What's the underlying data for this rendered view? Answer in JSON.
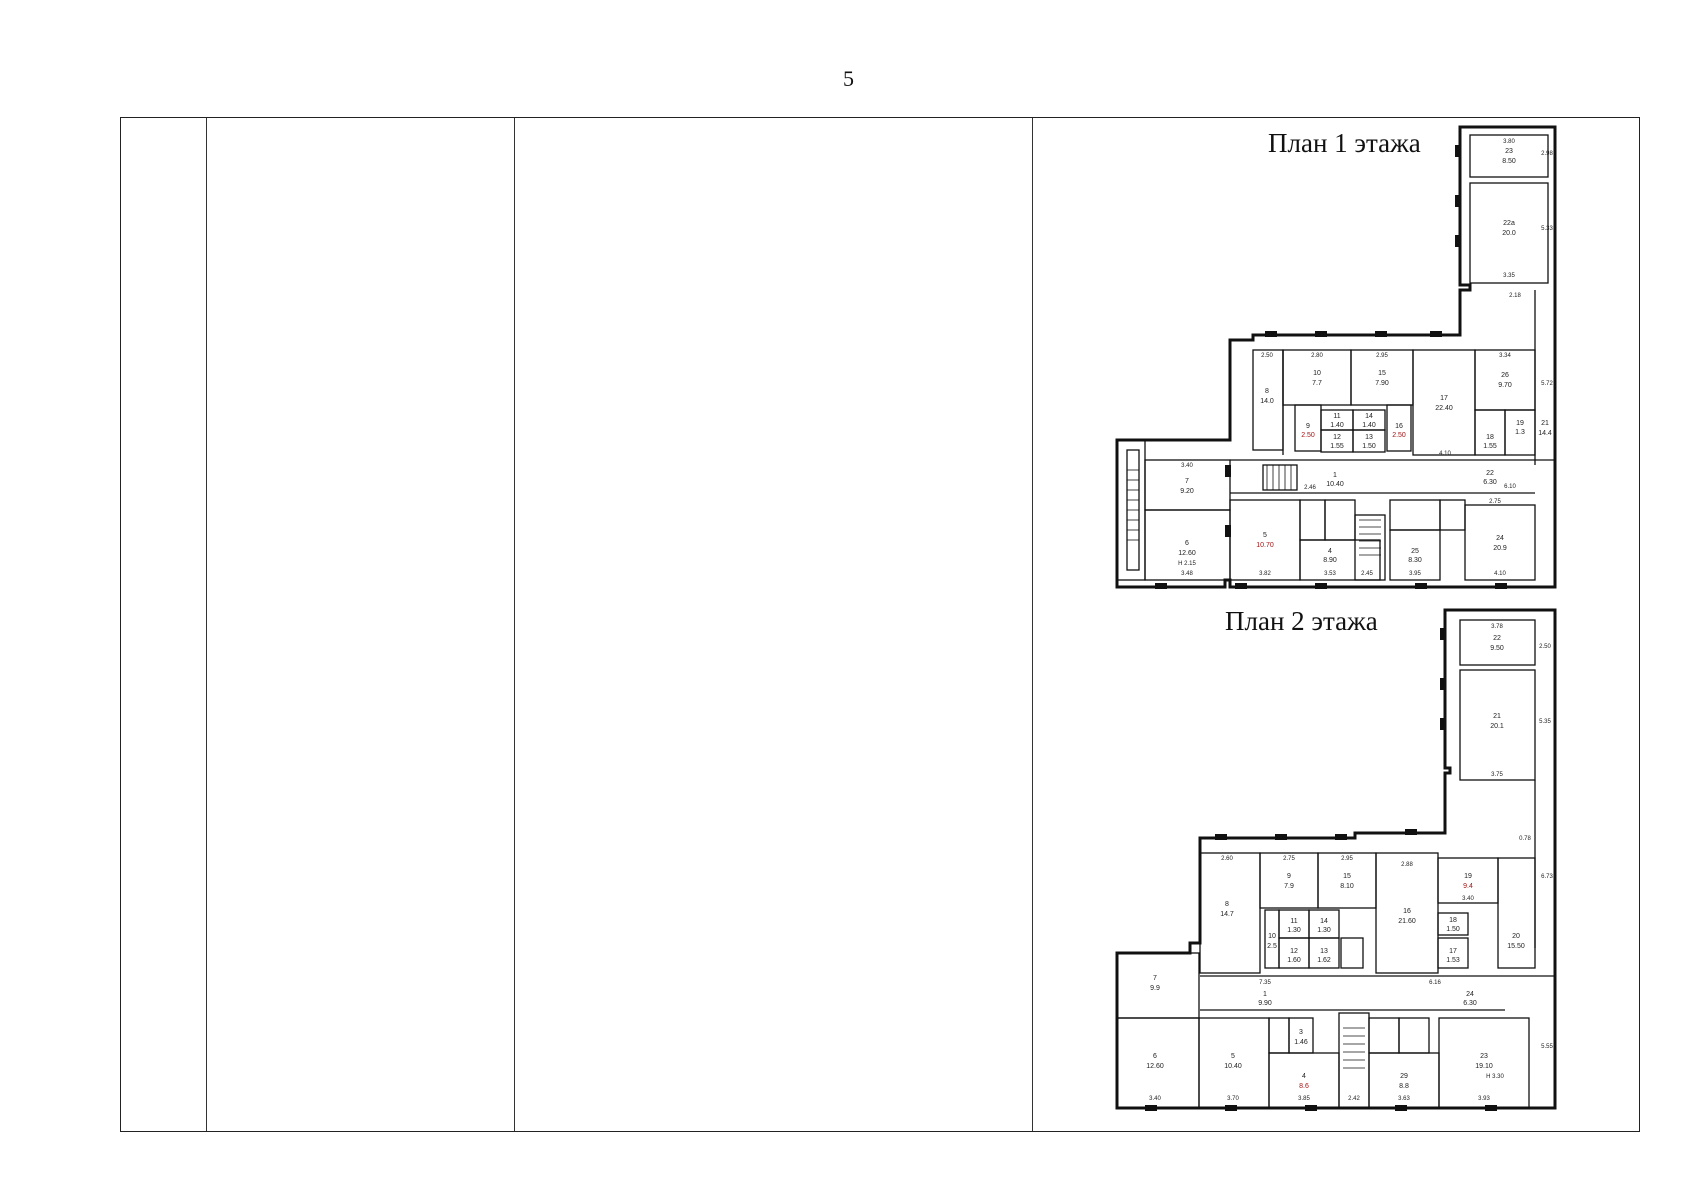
{
  "page": {
    "number": "5"
  },
  "table": {
    "columns": 4
  },
  "plans": [
    {
      "title": "План 1 этажа",
      "rooms": [
        {
          "no": "23",
          "area": "8.50"
        },
        {
          "no": "22а",
          "area": "20.0"
        },
        {
          "no": "8",
          "area": "14.0"
        },
        {
          "no": "10",
          "area": "7.7"
        },
        {
          "no": "15",
          "area": "7.90"
        },
        {
          "no": "17",
          "area": "22.40"
        },
        {
          "no": "26",
          "area": "9.70"
        },
        {
          "no": "21",
          "area": "14.4"
        },
        {
          "no": "11",
          "area": "1.40"
        },
        {
          "no": "14",
          "area": "1.40"
        },
        {
          "no": "12",
          "area": "1.55"
        },
        {
          "no": "13",
          "area": "1.50"
        },
        {
          "no": "9",
          "area": "2.50"
        },
        {
          "no": "16",
          "area": "2.50"
        },
        {
          "no": "19",
          "area": "1.3"
        },
        {
          "no": "18",
          "area": "1.55"
        },
        {
          "no": "7",
          "area": "9.20"
        },
        {
          "no": "1",
          "area": "10.40"
        },
        {
          "no": "22",
          "area": "6.30"
        },
        {
          "no": "6",
          "area": "12.60"
        },
        {
          "no": "5",
          "area": "10.70"
        },
        {
          "no": "4",
          "area": "8.90"
        },
        {
          "no": "25",
          "area": "8.30"
        },
        {
          "no": "24",
          "area": "20.9"
        }
      ],
      "dims": [
        "3.80",
        "2.98",
        "5.33",
        "3.35",
        "2.18",
        "2.50",
        "2.80",
        "2.95",
        "3.34",
        "5.72",
        "3.40",
        "2.46",
        "4.10",
        "6.10",
        "2.75",
        "3.48",
        "3.82",
        "3.53",
        "2.45",
        "3.95",
        "4.10",
        "H 2.15"
      ]
    },
    {
      "title": "План 2 этажа",
      "rooms": [
        {
          "no": "22",
          "area": "9.50"
        },
        {
          "no": "21",
          "area": "20.1"
        },
        {
          "no": "8",
          "area": "14.7"
        },
        {
          "no": "9",
          "area": "7.9"
        },
        {
          "no": "15",
          "area": "8.10"
        },
        {
          "no": "16",
          "area": "21.60"
        },
        {
          "no": "19",
          "area": "9.4"
        },
        {
          "no": "20",
          "area": "15.50"
        },
        {
          "no": "11",
          "area": "1.30"
        },
        {
          "no": "14",
          "area": "1.30"
        },
        {
          "no": "10",
          "area": "2.5"
        },
        {
          "no": "12",
          "area": "1.60"
        },
        {
          "no": "13",
          "area": "1.62"
        },
        {
          "no": "17",
          "area": "1.53"
        },
        {
          "no": "18",
          "area": "1.50"
        },
        {
          "no": "7",
          "area": "9.9"
        },
        {
          "no": "1",
          "area": "9.90"
        },
        {
          "no": "24",
          "area": "6.30"
        },
        {
          "no": "6",
          "area": "12.60"
        },
        {
          "no": "5",
          "area": "10.40"
        },
        {
          "no": "4",
          "area": "8.6"
        },
        {
          "no": "29",
          "area": "8.8"
        },
        {
          "no": "23",
          "area": "19.10"
        },
        {
          "no": "3",
          "area": "1.46"
        }
      ],
      "dims": [
        "3.78",
        "2.50",
        "5.35",
        "3.75",
        "0.78",
        "6.73",
        "2.60",
        "2.75",
        "2.95",
        "2.88",
        "3.40",
        "7.35",
        "6.16",
        "3.93",
        "3.40",
        "3.70",
        "3.85",
        "2.42",
        "3.63",
        "5.55",
        "H 3.30"
      ]
    }
  ]
}
